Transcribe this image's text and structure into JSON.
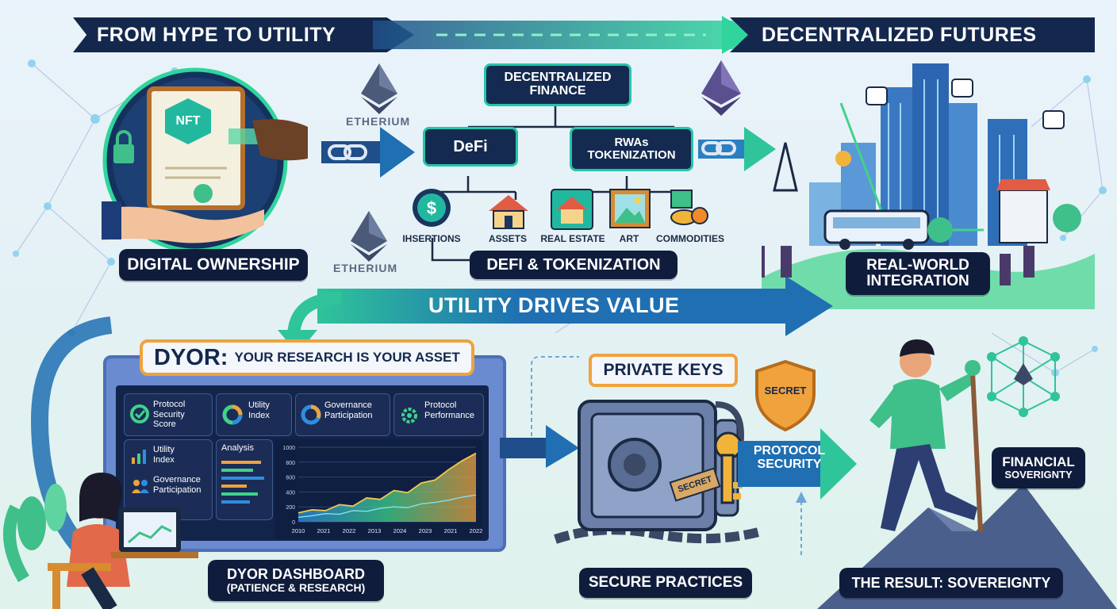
{
  "banner": {
    "left_title": "FROM HYPE TO UTILITY",
    "right_title": "DECENTRALIZED FUTURES"
  },
  "top": {
    "nft_badge": "NFT",
    "ethereum_label_1": "ETHERIUM",
    "ethereum_label_2": "ETHERIUM",
    "digital_ownership": "DIGITAL OWNERSHIP",
    "decentralized_finance": "DECENTRALIZED FINANCE",
    "defi": "DeFi",
    "rwas_line1": "RWAs",
    "rwas_line2": "TOKENIZATION",
    "sub_items": [
      "IHSERTIONS",
      "ASSETS",
      "REAL ESTATE",
      "ART",
      "COMMODITIES"
    ],
    "defi_tokenization": "DEFI & TOKENIZATION",
    "real_world_line1": "REAL-WORLD",
    "real_world_line2": "INTEGRATION"
  },
  "middle": {
    "utility_drives_value": "UTILITY DRIVES VALUE"
  },
  "dashboard": {
    "title_big": "DYOR:",
    "title_small": "YOUR RESEARCH IS YOUR ASSET",
    "cards": [
      {
        "line1": "Protocol",
        "line2": "Security",
        "line3": "Score"
      },
      {
        "line1": "Utility",
        "line2": "Index"
      },
      {
        "line1": "Governance",
        "line2": "Participation"
      },
      {
        "line1": "Protocol",
        "line2": "Performance"
      }
    ],
    "side_items": [
      {
        "line1": "Utility",
        "line2": "Index"
      },
      {
        "line1": "Governance",
        "line2": "Participation"
      }
    ],
    "analysis_label": "Analysis",
    "caption_line1": "DYOR DASHBOARD",
    "caption_line2": "(PATIENCE & RESEARCH)"
  },
  "chart_data": {
    "type": "area",
    "ytick_labels": [
      "1000",
      "800",
      "600",
      "400",
      "200",
      "0"
    ],
    "x": [
      "2010",
      "2021",
      "2022",
      "2013",
      "2024",
      "2023",
      "2021",
      "2022"
    ],
    "series": [
      {
        "values": [
          120,
          160,
          150,
          230,
          210,
          320,
          300,
          420,
          390,
          520,
          560,
          700,
          820,
          920
        ]
      },
      {
        "values": [
          60,
          80,
          110,
          100,
          150,
          140,
          180,
          200,
          190,
          240,
          260,
          290,
          330,
          360
        ]
      }
    ],
    "ylim": [
      0,
      1000
    ],
    "grid": true
  },
  "security": {
    "private_keys": "PRIVATE KEYS",
    "shield_text": "SECRET",
    "tag_text": "SECRET",
    "protocol_line1": "PROTOCOL",
    "protocol_line2": "SECURITY",
    "secure_practices": "SECURE PRACTICES"
  },
  "result": {
    "financial_line1": "FINANCIAL",
    "financial_line2": "SOVERIGNTY",
    "sovereignty": "THE RESULT: SOVEREIGNTY"
  },
  "colors": {
    "navy": "#14284d",
    "teal": "#23c6a8",
    "green": "#3fd38a",
    "orange": "#f0a23c",
    "blue_arrow": "#1f6fb2"
  }
}
